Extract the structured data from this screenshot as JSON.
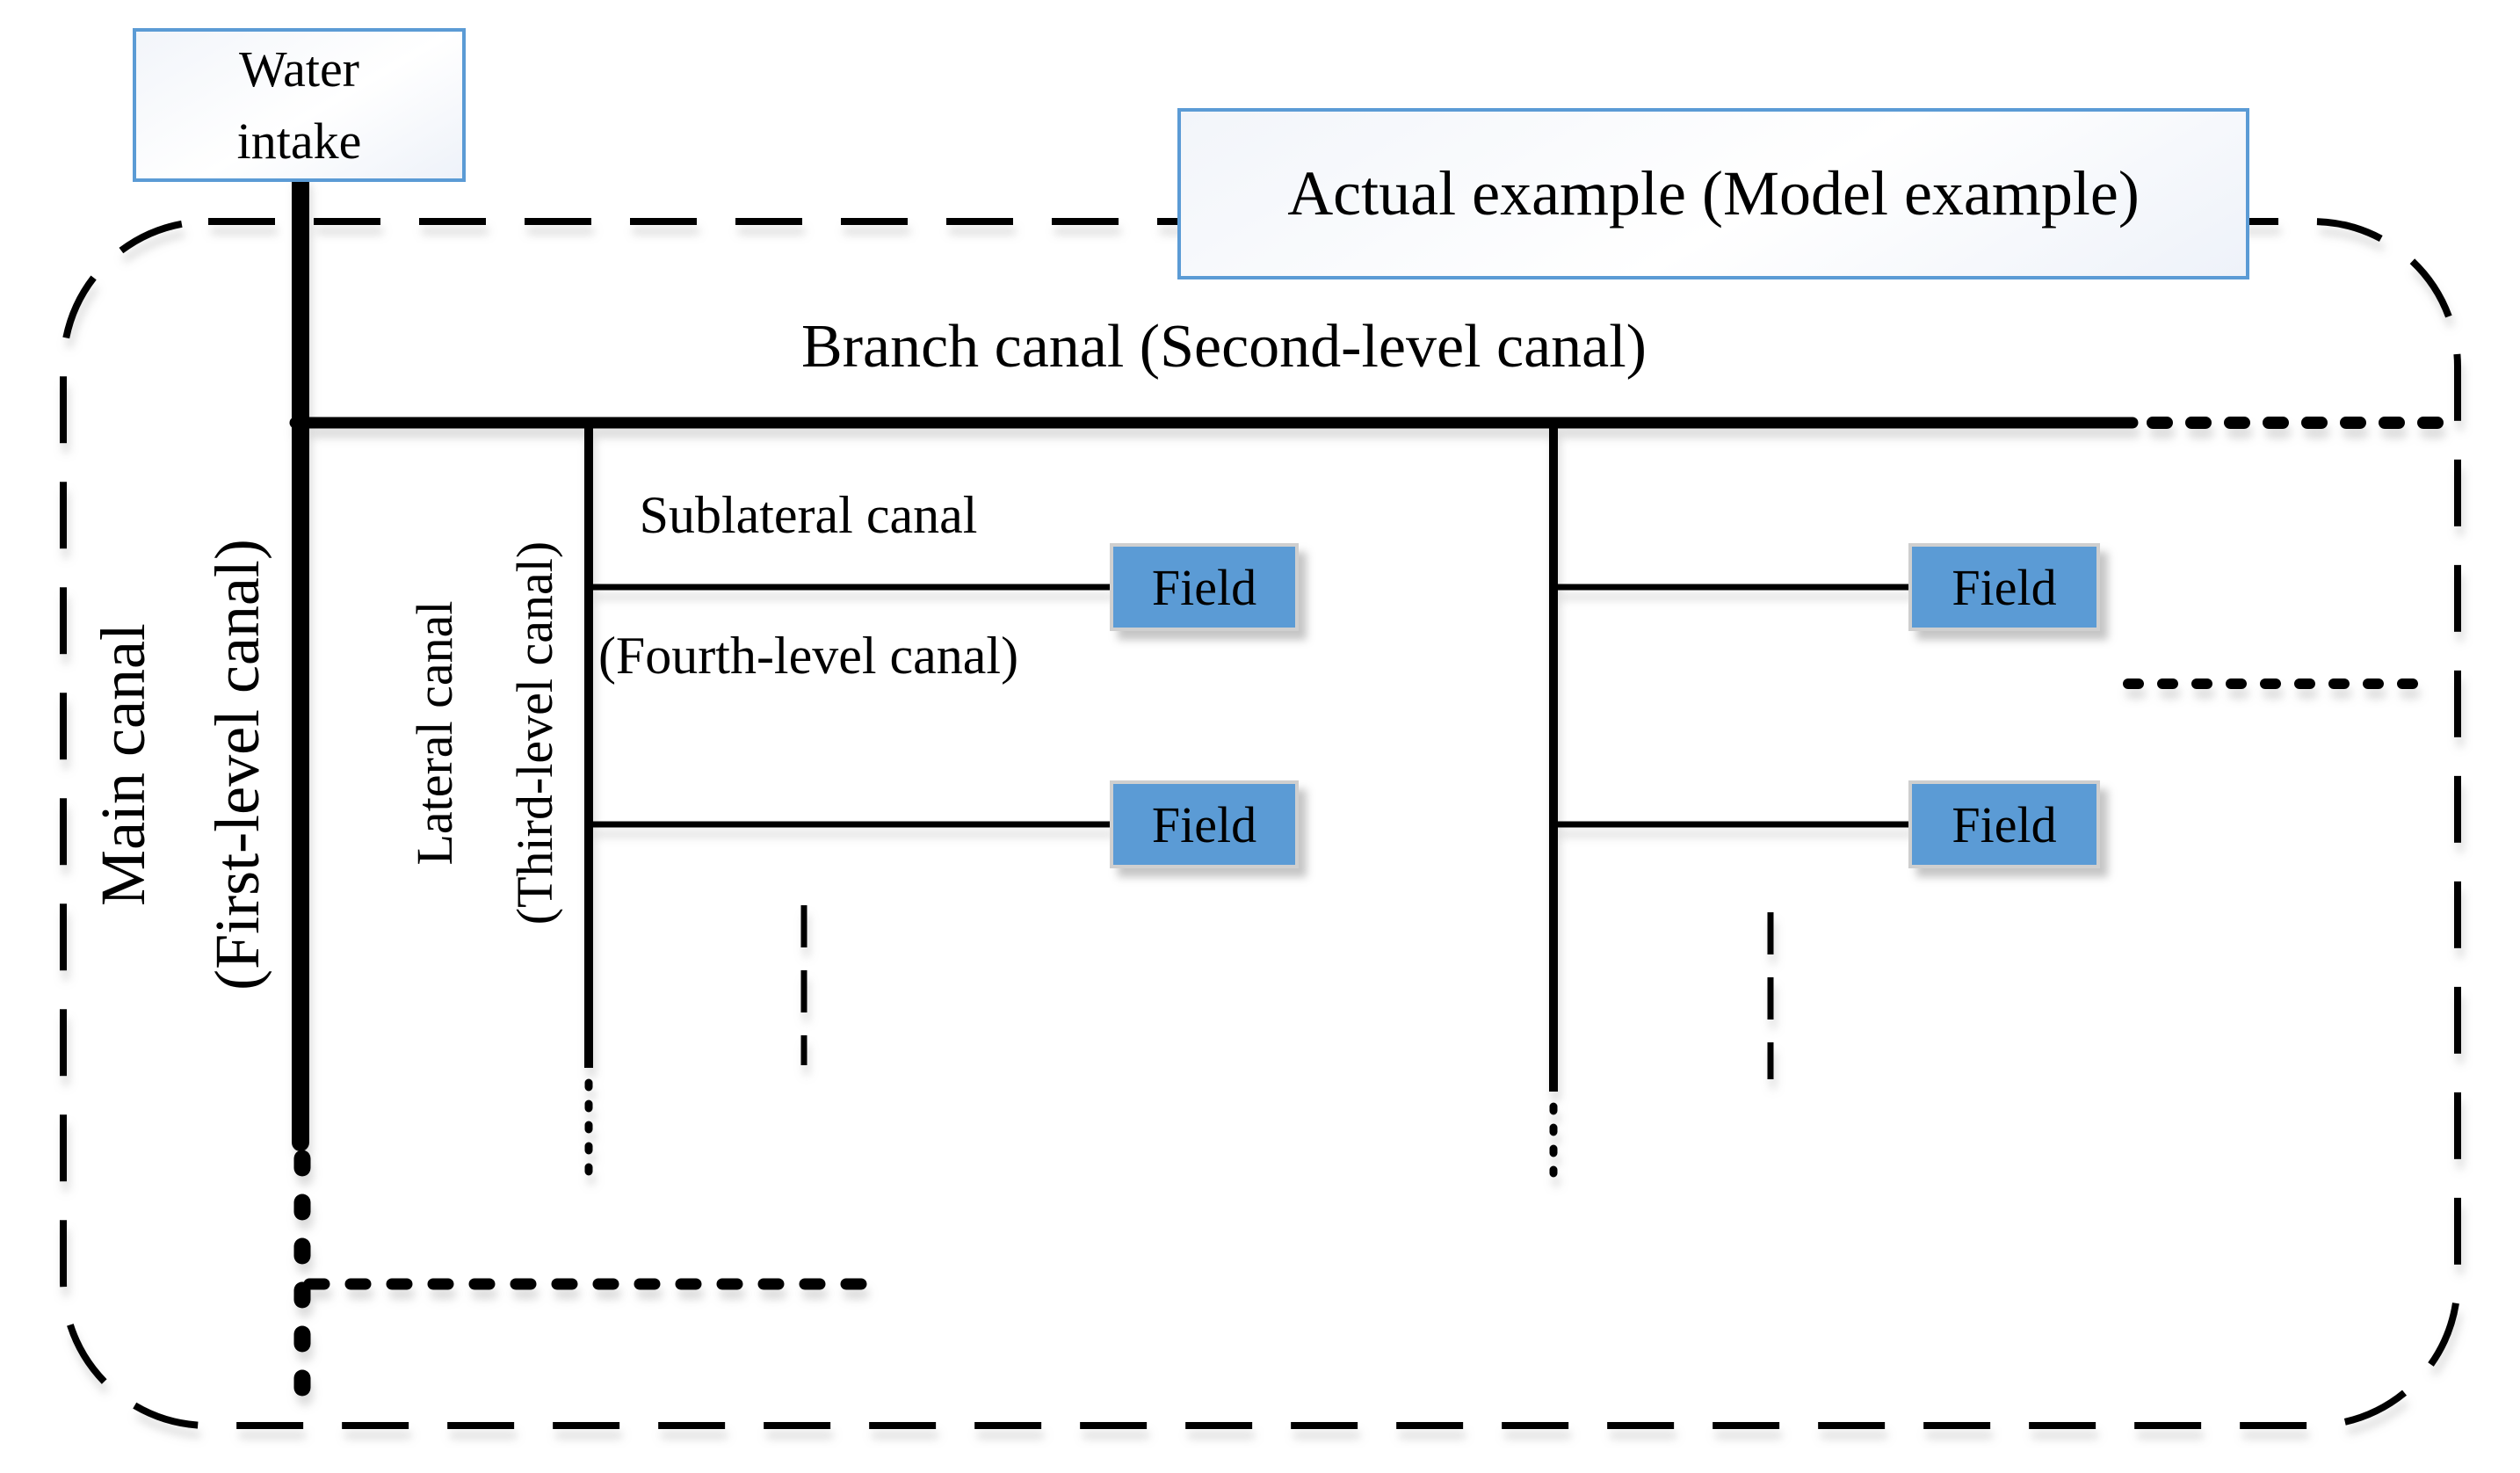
{
  "diagram": {
    "title_boxes": {
      "water_intake": {
        "line1": "Water",
        "line2": "intake"
      },
      "example": {
        "label": "Actual example (Model example)"
      }
    },
    "canal_labels": {
      "branch": "Branch canal (Second-level canal)",
      "main_line1": "Main canal",
      "main_line2": "(First-level canal)",
      "lateral_line1": "Lateral canal",
      "lateral_line2": "(Third-level canal)",
      "sublateral": "Sublateral canal",
      "sublateral_paren": "(Fourth-level canal)"
    },
    "field_boxes": [
      "Field",
      "Field",
      "Field",
      "Field"
    ],
    "colors": {
      "line": "#000000",
      "box_border": "#5B9BD5",
      "box_fill": "#eef2f9",
      "field_fill": "#5B9BD5",
      "field_border": "#CFCFCF",
      "text": "#000000"
    }
  }
}
